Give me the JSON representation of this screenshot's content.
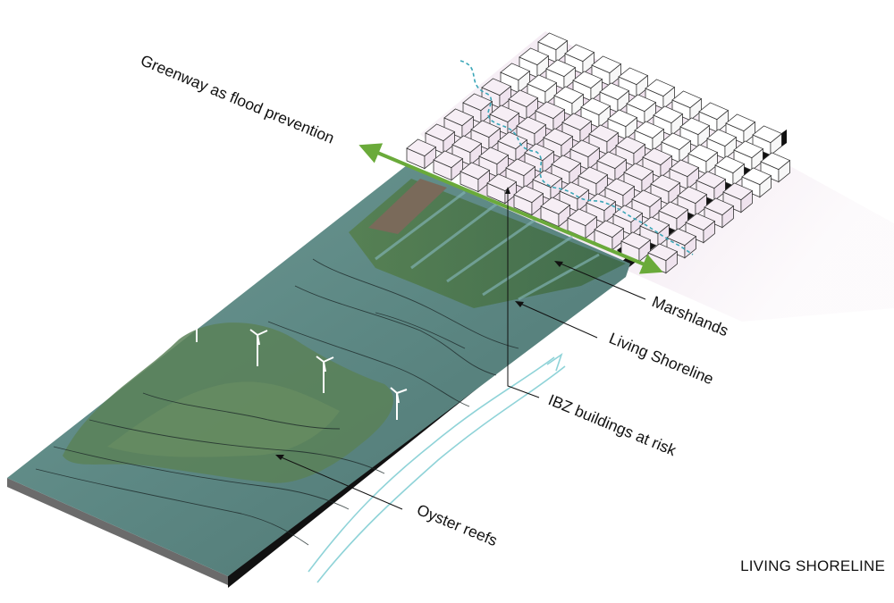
{
  "labels": {
    "greenway": "Greenway as flood prevention",
    "marshlands": "Marshlands",
    "living_shoreline": "Living Shoreline",
    "ibz_buildings": "IBZ buildings at risk",
    "oyster_reefs": "Oyster reefs"
  },
  "caption": "LIVING SHORELINE",
  "colors": {
    "greenway_arrow": "#6aaa3a",
    "water": "#5f8a86",
    "marsh": "#4f7a4a",
    "flood_path": "#3aa6b8",
    "current": "#8fd3d8",
    "zone_tint": "#e8d4e4"
  },
  "icons": [
    "wind-turbine-icon"
  ]
}
